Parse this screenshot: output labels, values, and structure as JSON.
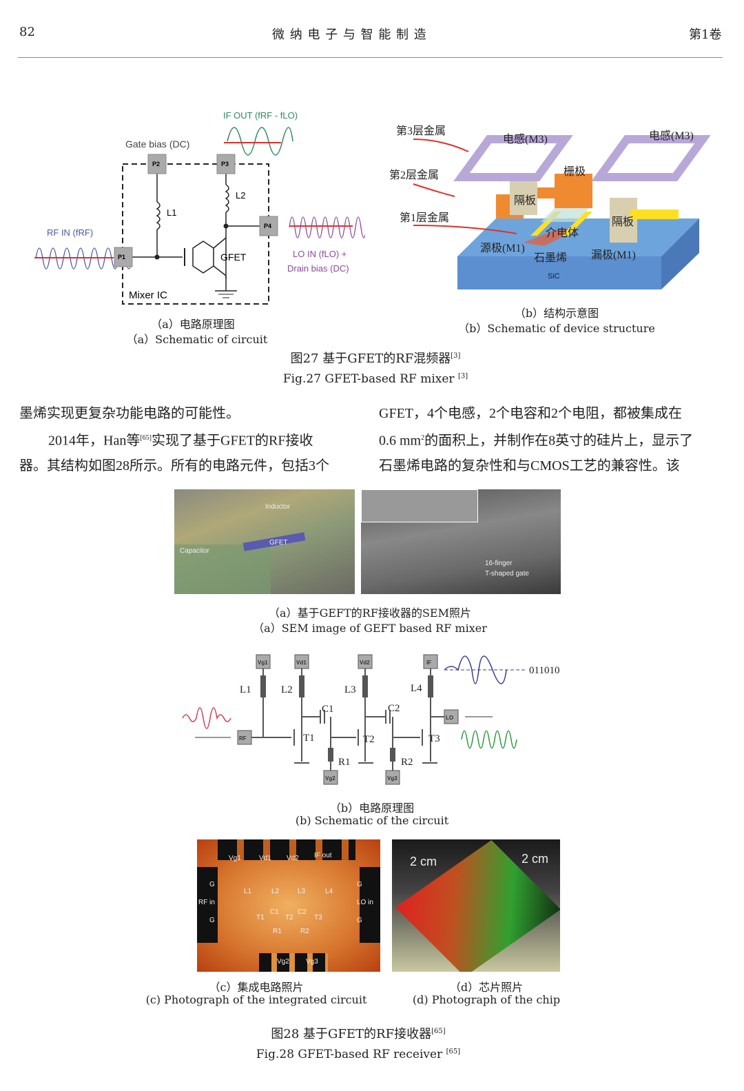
{
  "header": {
    "page_number": "82",
    "journal_title": "微 纳 电 子 与 智 能 制 造",
    "volume": "第1卷"
  },
  "fig27": {
    "a": {
      "gate_bias": "Gate bias (DC)",
      "if_out": "IF OUT (fRF - fLO)",
      "rf_in": "RF IN (fRF)",
      "lo_in": "LO IN (fLO) +",
      "drain_bias": "Drain bias (DC)",
      "mixer_ic": "Mixer IC",
      "gfet": "GFET",
      "pads": [
        "P1",
        "P2",
        "P3",
        "P4"
      ],
      "l1": "L1",
      "l2": "L2",
      "caption_cn": "（a）电路原理图",
      "caption_en": "（a）Schematic of circuit"
    },
    "b": {
      "metal3": "第3层金属",
      "metal2": "第2层金属",
      "metal1": "第1层金属",
      "inductor_left": "电感(M3)",
      "inductor_right": "电感(M3)",
      "gate": "栅极",
      "spacer_left": "隔板",
      "spacer_right": "隔板",
      "dielectric": "介电体",
      "source": "源极(M1)",
      "graphene": "石墨烯",
      "drain": "漏极(M1)",
      "substrate": "SiC",
      "caption_cn": "（b）结构示意图",
      "caption_en": "（b）Schematic of device structure"
    },
    "caption_cn": "图27  基于GFET的RF混频器",
    "caption_cn_ref": "[3]",
    "caption_en": "Fig.27  GFET-based RF mixer",
    "caption_en_ref": "[3]"
  },
  "body": {
    "left": [
      "墨烯实现更复杂功能电路的可能性。",
      "2014年，Han等",
      "[65]",
      "实现了基于GFET的RF接收",
      "器。其结构如图28所示。所有的电路元件，包括3个"
    ],
    "right": [
      "GFET，4个电感，2个电容和2个电阻，都被集成在",
      "0.6 mm",
      "2",
      "的面积上，并制作在8英寸的硅片上，显示了",
      "石墨烯电路的复杂性和与CMOS工艺的兼容性。该"
    ]
  },
  "fig28": {
    "a": {
      "inductor": "Inductor",
      "capacitor": "Capacitor",
      "gfet": "GFET",
      "gate_label_1": "16-finger",
      "gate_label_2": "T-shaped gate",
      "caption_cn": "（a）基于GEFT的RF接收器的SEM照片",
      "caption_en": "（a）SEM image of GEFT based RF mixer"
    },
    "b": {
      "pads": [
        "Vg1",
        "Vd1",
        "Vd2",
        "IF",
        "RF",
        "LO",
        "Vg2",
        "Vg3"
      ],
      "inductors": [
        "L1",
        "L2",
        "L3",
        "L4"
      ],
      "capacitors": [
        "C1",
        "C2"
      ],
      "transistors": [
        "T1",
        "T2",
        "T3"
      ],
      "resistors": [
        "R1",
        "R2"
      ],
      "output_bits": "011010",
      "caption_cn": "（b）电路原理图",
      "caption_en": "(b) Schematic of the circuit"
    },
    "c": {
      "labels": {
        "vg1": "Vg1",
        "vd1": "Vd1",
        "vd2": "Vd2",
        "if_out": "IF out",
        "g1": "G",
        "rf_in": "RF in",
        "g2": "G",
        "g3": "G",
        "lo_in": "LO in",
        "g4": "G",
        "l1": "L1",
        "l2": "L2",
        "l3": "L3",
        "l4": "L4",
        "c1": "C1",
        "c2": "C2",
        "t1": "T1",
        "t2": "T2",
        "t3": "T3",
        "r1": "R1",
        "r2": "R2",
        "vg2": "Vg2",
        "vg3": "Vg3"
      },
      "caption_cn": "（c）集成电路照片",
      "caption_en": "(c) Photograph of the integrated circuit"
    },
    "d": {
      "dim1": "2 cm",
      "dim2": "2 cm",
      "caption_cn": "（d）芯片照片",
      "caption_en": "(d) Photograph of the chip"
    },
    "caption_cn": "图28  基于GFET的RF接收器",
    "caption_cn_ref": "[65]",
    "caption_en": "Fig.28  GFET-based RF receiver",
    "caption_en_ref": "[65]"
  },
  "colors": {
    "arrow": "#e0302a",
    "rf_wave": "#4a5aa0",
    "if_wave": "#2e8a5a",
    "lo_wave": "#8a4a9a",
    "inductor": "#b8a8d8",
    "gate": "#f08a30",
    "substrate": "#5b8fd0"
  }
}
